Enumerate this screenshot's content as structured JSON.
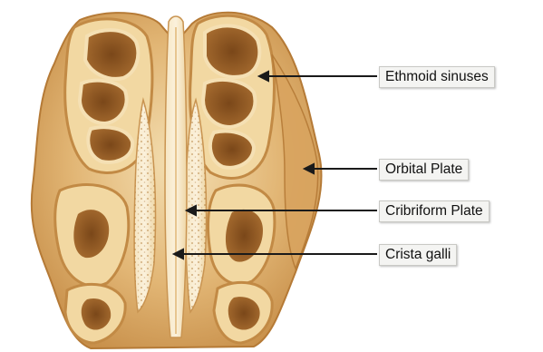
{
  "labels": {
    "ethmoid_sinuses": "Ethmoid sinuses",
    "orbital_plate": "Orbital Plate",
    "cribriform_plate": "Cribriform Plate",
    "crista_galli": "Crista galli"
  },
  "colors": {
    "bone_light": "#f3dcae",
    "bone_mid": "#dba965",
    "bone_dark": "#b07a37",
    "cavity": "#8a5522",
    "pointer": "#1a1a1a"
  }
}
